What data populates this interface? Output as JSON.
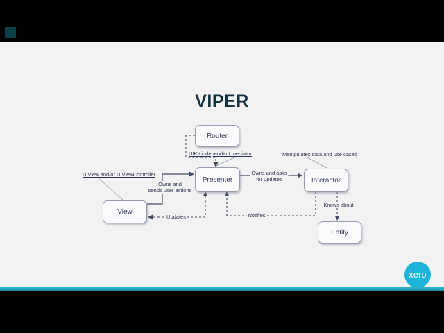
{
  "frame": {
    "letterbox_color": "#000000",
    "slide_bg": "#f2f2f3",
    "top_left_marker_color": "#0c4247",
    "accent_bar_color": "#2fb0c9",
    "accent_bar_edge_color": "#1e93a9"
  },
  "slide": {
    "title": "VIPER",
    "title_color": "#143140"
  },
  "logo": {
    "text": "xero",
    "circle_color": "#1cb2d9",
    "text_color": "#ffffff"
  },
  "diagram": {
    "line_color": "#454b63",
    "node_border_color": "#989cae",
    "node_fill": "#fbfbfd",
    "nodes": [
      {
        "id": "router",
        "label": "Router"
      },
      {
        "id": "presenter",
        "label": "Presenter"
      },
      {
        "id": "interactor",
        "label": "Interactor"
      },
      {
        "id": "view",
        "label": "View"
      },
      {
        "id": "entity",
        "label": "Entity"
      }
    ],
    "annotations": [
      {
        "id": "uikit",
        "text": "UIKit independent mediator",
        "points_to": "presenter"
      },
      {
        "id": "manipulates",
        "text": "Manipulates data and use cases",
        "points_to": "interactor"
      },
      {
        "id": "uiview",
        "text": "UIView and/or UIViewController",
        "points_to": "view"
      }
    ],
    "edge_labels": [
      {
        "id": "owns-asks",
        "text": "Owns and asks\nfor updates",
        "edge": "presenter-interactor"
      },
      {
        "id": "owns-sends",
        "text": "Owns and\nsends user actions",
        "edge": "view-presenter"
      },
      {
        "id": "updates",
        "text": "Updates",
        "edge": "presenter-view"
      },
      {
        "id": "notifies",
        "text": "Notifies",
        "edge": "interactor-presenter"
      },
      {
        "id": "knows-about",
        "text": "Knows about",
        "edge": "interactor-entity"
      }
    ]
  }
}
